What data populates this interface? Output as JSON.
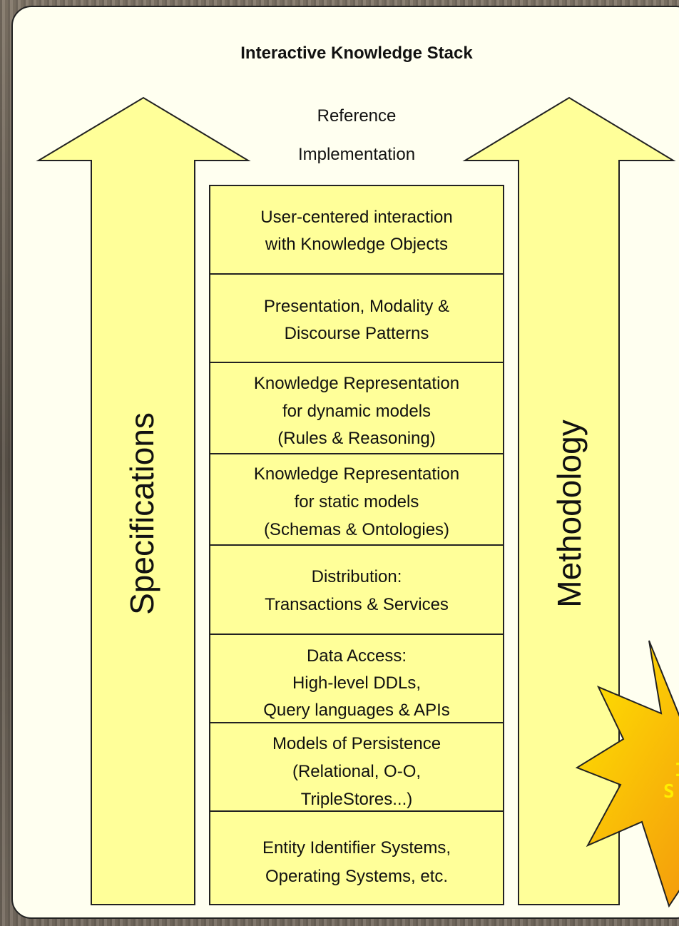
{
  "title": "Interactive Knowledge Stack",
  "reference": [
    "Reference",
    "Implementation"
  ],
  "left_arrow_label": "Specifications",
  "right_arrow_label": "Methodology",
  "layers": [
    {
      "lines": [
        "User-centered interaction",
        "with Knowledge Objects"
      ]
    },
    {
      "lines": [
        "Presentation, Modality &",
        "Discourse Patterns"
      ]
    },
    {
      "lines": [
        "Knowledge Representation",
        "for dynamic models",
        "(Rules & Reasoning)"
      ]
    },
    {
      "lines": [
        "Knowledge Representation",
        "for static models",
        "(Schemas & Ontologies)"
      ]
    },
    {
      "lines": [
        "Distribution:",
        "Transactions & Services"
      ]
    },
    {
      "lines": [
        "Data Access:",
        "High-level DDLs,",
        "Query languages & APIs"
      ]
    },
    {
      "lines": [
        "Models of Persistence",
        "(Relational, O-O,",
        "TripleStores...)"
      ]
    },
    {
      "lines": [
        "Entity Identifier Systems,",
        "Operating Systems, etc."
      ]
    }
  ],
  "starburst_text": [
    "I",
    "S"
  ],
  "colors": {
    "panel_background": "#fffff0",
    "box_fill": "#ffff99",
    "arrow_fill": "#ffff99",
    "outline": "#222222",
    "star_orange": "#f7a21b",
    "star_yellow": "#ffe600"
  }
}
